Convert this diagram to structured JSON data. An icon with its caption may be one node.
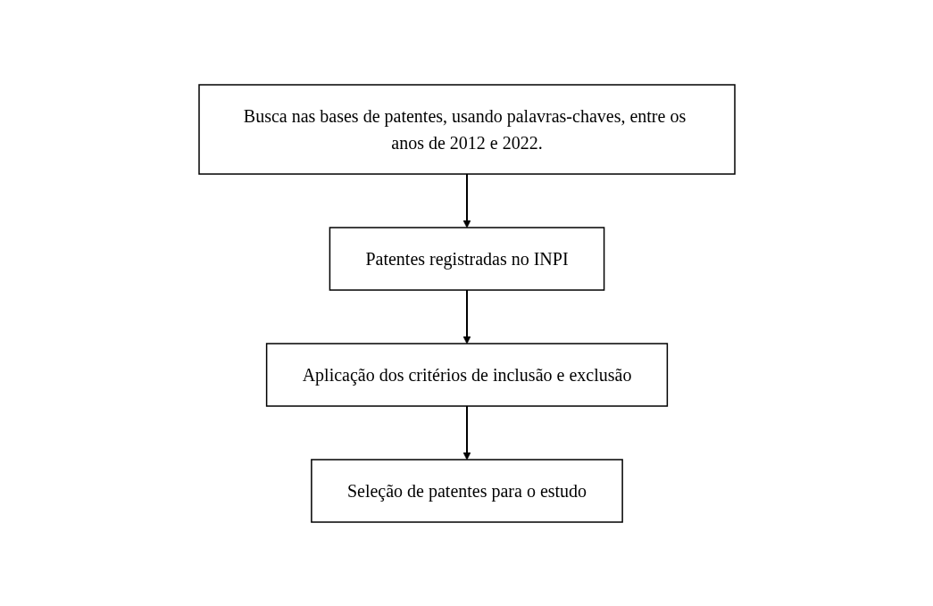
{
  "diagram": {
    "nodes": [
      {
        "text": [
          "Busca nas bases de patentes, usando palavras-chaves, entre os anos de 2012 e 2022."
        ]
      },
      {
        "text": [
          "Patentes registradas no INPI"
        ]
      },
      {
        "text": [
          "Aplicação dos critérios de inclusão e exclusão"
        ]
      },
      {
        "text": [
          "Seleção de patentes para o estudo"
        ]
      }
    ],
    "edges": [
      {
        "from": 0,
        "to": 1,
        "arrow": "to"
      },
      {
        "from": 1,
        "to": 2,
        "arrow": "to"
      },
      {
        "from": 2,
        "to": 3,
        "arrow": "to"
      }
    ]
  }
}
